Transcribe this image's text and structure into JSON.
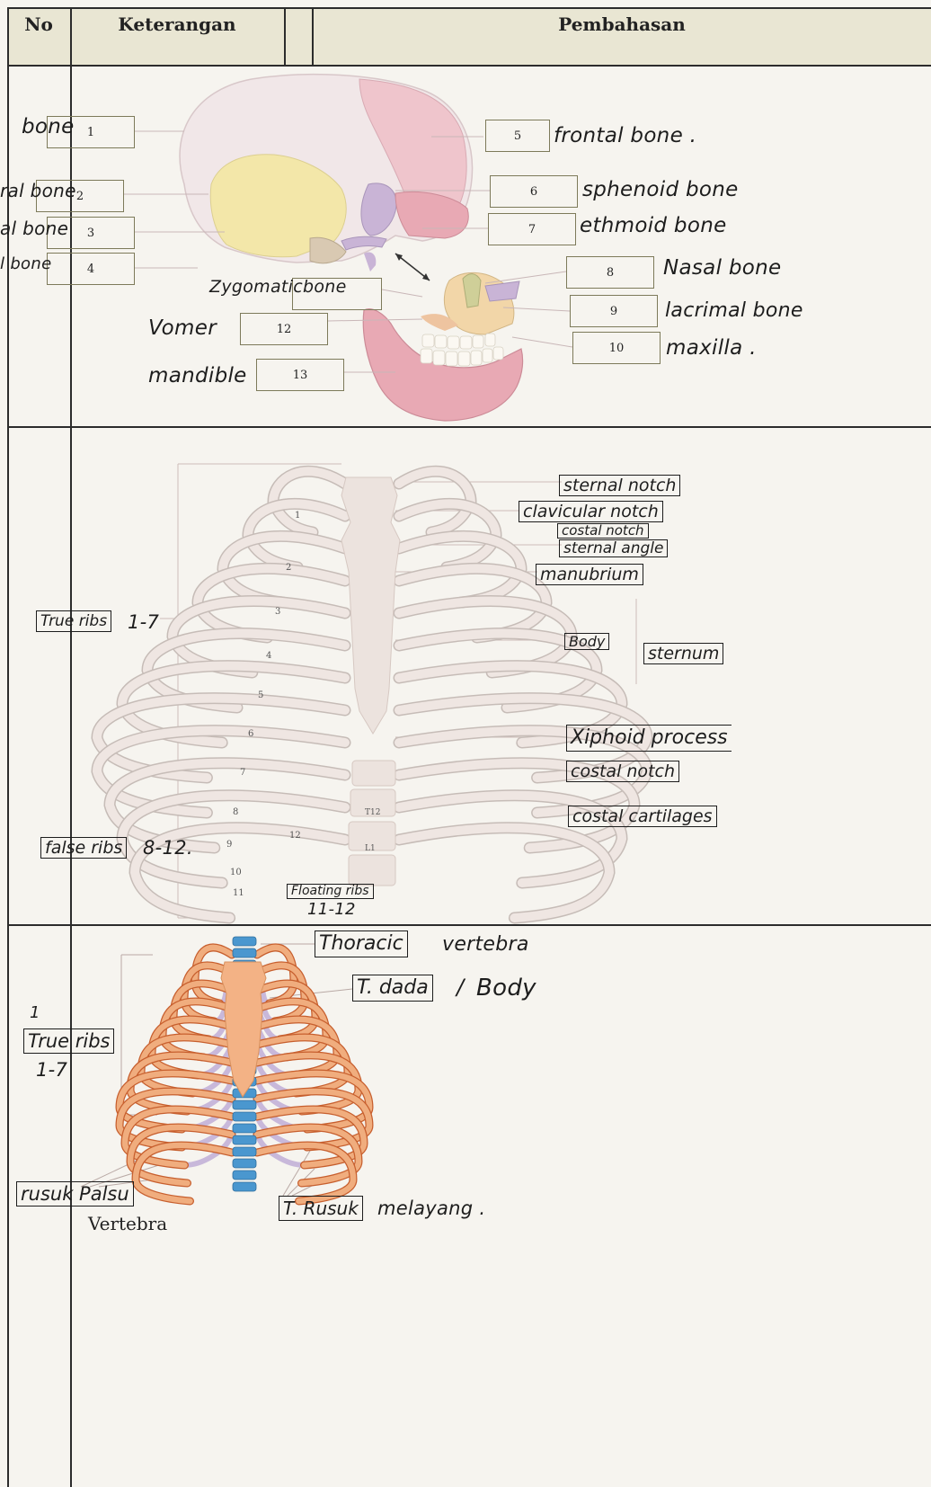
{
  "table": {
    "headers": {
      "no": "No",
      "keterangan": "Keterangan",
      "pembahasan": "Pembahasan"
    }
  },
  "skull": {
    "numbers": [
      "1",
      "2",
      "3",
      "4",
      "5",
      "6",
      "7",
      "8",
      "9",
      "10",
      "12",
      "13"
    ],
    "labels": {
      "bone1": "bone",
      "bone2": "ral bone",
      "bone3": "al bone",
      "bone4": "l bone",
      "frontal": "frontal bone .",
      "sphenoid": "sphenoid bone",
      "ethmoid": "ethmoid bone",
      "nasal": "Nasal bone",
      "lacrimal": "lacrimal bone",
      "maxilla": "maxilla .",
      "zygomatic": "Zygomaticbone",
      "vomer": "Vomer",
      "mandible": "mandible"
    }
  },
  "ribcage": {
    "rib_numbers": [
      "1",
      "2",
      "3",
      "4",
      "5",
      "6",
      "7",
      "8",
      "9",
      "10",
      "11",
      "12"
    ],
    "vertebra_labels": [
      "T12",
      "L1"
    ],
    "labels": {
      "sternal_notch": "sternal notch",
      "clavicular_notch": "clavicular notch",
      "costal_notch_top": "costal notch",
      "sternal_angle": "sternal angle",
      "manubrium": "manubrium",
      "body": "Body",
      "sternum": "sternum",
      "xiphoid": "Xiphoid process",
      "costal_notch_bottom": "costal notch",
      "costal_cartilages": "costal cartilages",
      "true_ribs": "True ribs",
      "true_ribs_range": "1-7",
      "false_ribs": "false ribs",
      "false_ribs_range": "8-12.",
      "floating_ribs": "Floating ribs",
      "floating_ribs_range": "11-12"
    }
  },
  "thorax": {
    "labels": {
      "thoracic": "Thoracic",
      "vertebra_hw": "vertebra",
      "t_dada": "T. dada",
      "body": "Body",
      "mark_one": "1",
      "true_ribs": "True ribs",
      "true_ribs_range": "1-7",
      "rusuk_palsu": "rusuk Palsu",
      "vertebra_printed": "Vertebra",
      "t_rusuk": "T. Rusuk",
      "melayang": "melayang ."
    }
  },
  "colors": {
    "header_bg": "#e9e6d3",
    "skull_bone": "#f1e7e8",
    "skull_yellow": "#f3e7a9",
    "skull_pink": "#e8a9b4",
    "skull_lavender": "#c9b4d6",
    "ribcage_bone": "#efe6e2",
    "thorax_rib": "#f0ad7e",
    "thorax_cartilage": "#c8b8da",
    "thorax_spine": "#4a97cf"
  }
}
